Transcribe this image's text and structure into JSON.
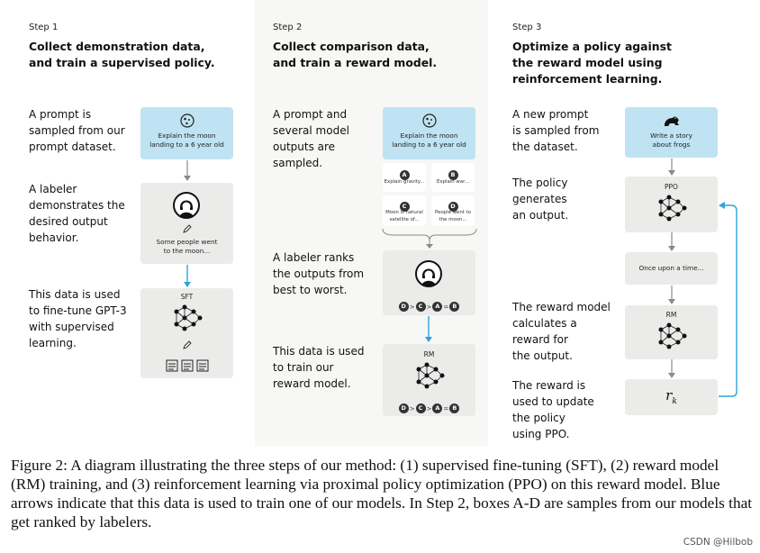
{
  "steps": [
    {
      "label": "Step 1",
      "title_lines": [
        "Collect demonstration data,",
        "and train a supervised policy."
      ],
      "descriptions": [
        [
          "A prompt is",
          "sampled from our",
          "prompt dataset."
        ],
        [
          "A labeler",
          "demonstrates the",
          "desired output",
          "behavior."
        ],
        [
          "This data is used",
          "to fine-tune GPT-3",
          "with supervised",
          "learning."
        ]
      ],
      "prompt_box": [
        "Explain the moon",
        "landing to a 6 year old"
      ],
      "demo_box": [
        "Some people went",
        "to the moon..."
      ],
      "model_box_label": "SFT"
    },
    {
      "label": "Step 2",
      "title_lines": [
        "Collect comparison data,",
        "and train a reward model."
      ],
      "descriptions": [
        [
          "A prompt and",
          "several model",
          "outputs are",
          "sampled."
        ],
        [
          "A labeler ranks",
          "the outputs from",
          "best to worst."
        ],
        [
          "This data is used",
          "to train our",
          "reward model."
        ]
      ],
      "prompt_box": [
        "Explain the moon",
        "landing to a 6 year old"
      ],
      "outputs": [
        {
          "letter": "A",
          "text": [
            "Explain gravity..."
          ]
        },
        {
          "letter": "B",
          "text": [
            "Explain war..."
          ]
        },
        {
          "letter": "C",
          "text": [
            "Moon is natural",
            "satellite of..."
          ]
        },
        {
          "letter": "D",
          "text": [
            "People went to",
            "the moon..."
          ]
        }
      ],
      "ranking": [
        "D",
        ">",
        "C",
        ">",
        "A",
        "=",
        "B"
      ],
      "model_box_label": "RM"
    },
    {
      "label": "Step 3",
      "title_lines": [
        "Optimize a policy against",
        "the reward model using",
        "reinforcement learning."
      ],
      "descriptions": [
        [
          "A new prompt",
          "is sampled from",
          "the dataset."
        ],
        [
          "The policy",
          "generates",
          "an output."
        ],
        [
          "The reward model",
          "calculates a",
          "reward for",
          "the output."
        ],
        [
          "The reward is",
          "used to update",
          "the policy",
          "using PPO."
        ]
      ],
      "prompt_box": [
        "Write a story",
        "about frogs"
      ],
      "policy_label": "PPO",
      "output_text": "Once upon a time...",
      "rm_label": "RM",
      "reward_symbol": "r",
      "reward_subscript": "k"
    }
  ],
  "caption": "Figure 2: A diagram illustrating the three steps of our method: (1) supervised fine-tuning (SFT), (2) reward model (RM) training, and (3) reinforcement learning via proximal policy optimization (PPO) on this reward model. Blue arrows indicate that this data is used to train one of our models. In Step 2, boxes A-D are samples from our models that get ranked by labelers.",
  "watermark": "CSDN @Hilbob",
  "colors": {
    "blue_box": "#bfe3f2",
    "grey_box": "#ebebea",
    "arrow_blue": "#2fa3dc",
    "arrow_grey": "#8a8a8a"
  }
}
